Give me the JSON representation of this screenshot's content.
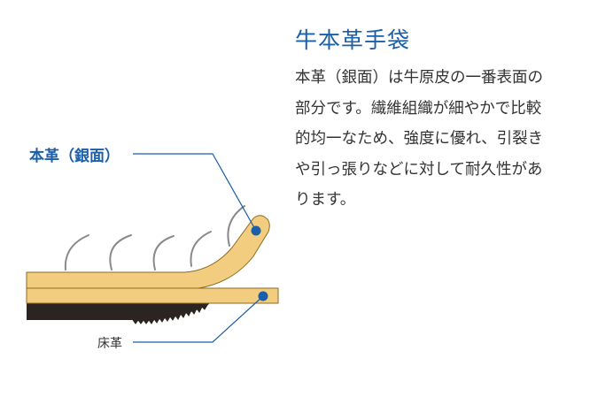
{
  "heading": "牛本革手袋",
  "description_lines": [
    "本革（銀面）は牛原皮の一番表面の",
    "部分です。繊維組織が細やかで比較",
    "的均一なため、強度に優れ、引裂き",
    "や引っ張りなどに対して耐久性があ",
    "ります。"
  ],
  "labels": {
    "grain_leather": "本革（銀面）",
    "split_leather": "床革"
  },
  "colors": {
    "accent": "#1a5fa8",
    "leather_fill": "#f2cd7f",
    "leather_outline": "#8a6a2a",
    "fur_dark": "#2b2420",
    "hair": "#8a8a8a",
    "text": "#333333"
  }
}
